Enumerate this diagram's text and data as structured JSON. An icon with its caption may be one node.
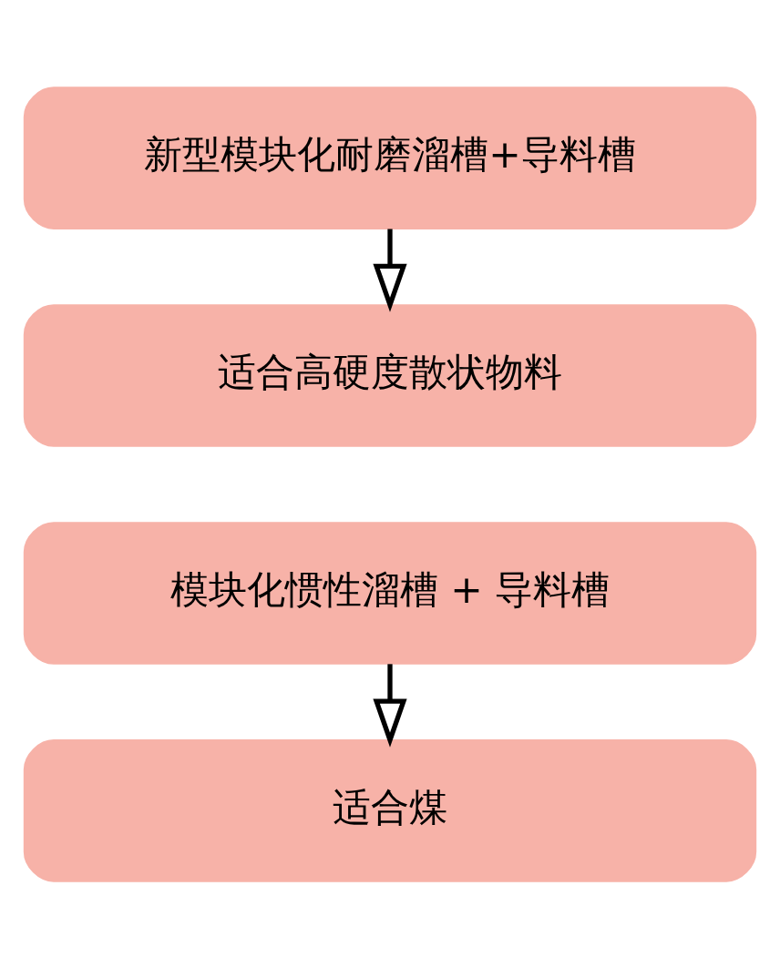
{
  "diagram": {
    "nodes": [
      {
        "text": [
          "新型模块化耐磨溜槽+导料槽"
        ]
      },
      {
        "text": [
          "适合高硬度散状物料"
        ]
      },
      {
        "text": [
          "模块化惯性溜槽 + 导料槽"
        ]
      },
      {
        "text": [
          "适合煤"
        ]
      }
    ],
    "edges": [
      {
        "from": 0,
        "to": 1,
        "arrow": "to"
      },
      {
        "from": 2,
        "to": 3,
        "arrow": "to"
      }
    ]
  }
}
